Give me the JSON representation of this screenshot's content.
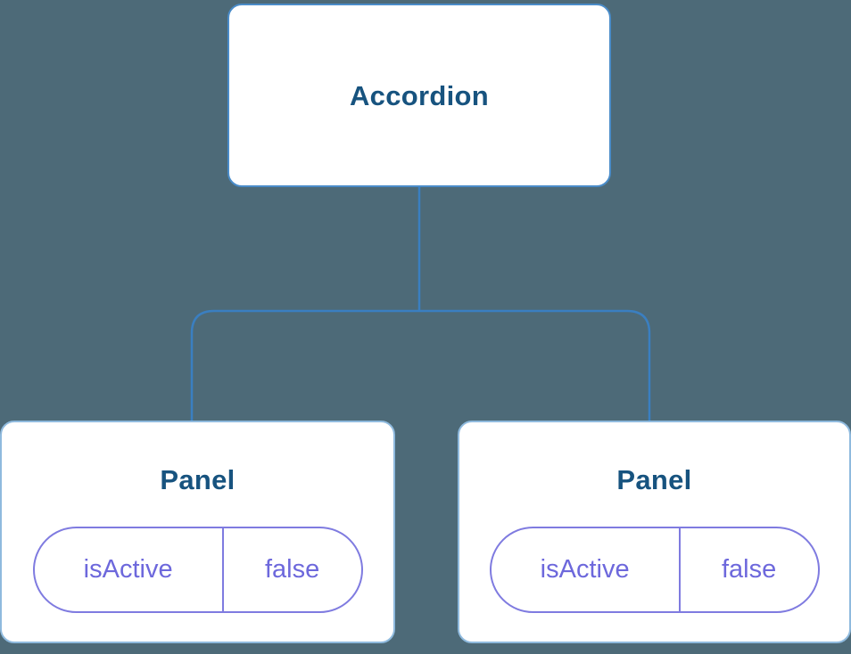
{
  "colors": {
    "background": "#4d6a78",
    "node_fill": "#ffffff",
    "root_border": "#4a8cc9",
    "child_border": "#8fbade",
    "connector": "#3a7fc1",
    "label_text": "#17537f",
    "state_text": "#6d68dc",
    "state_border": "#7f7be0"
  },
  "tree": {
    "root": {
      "label": "Accordion"
    },
    "children": [
      {
        "label": "Panel",
        "state": {
          "key": "isActive",
          "value": "false"
        }
      },
      {
        "label": "Panel",
        "state": {
          "key": "isActive",
          "value": "false"
        }
      }
    ]
  }
}
